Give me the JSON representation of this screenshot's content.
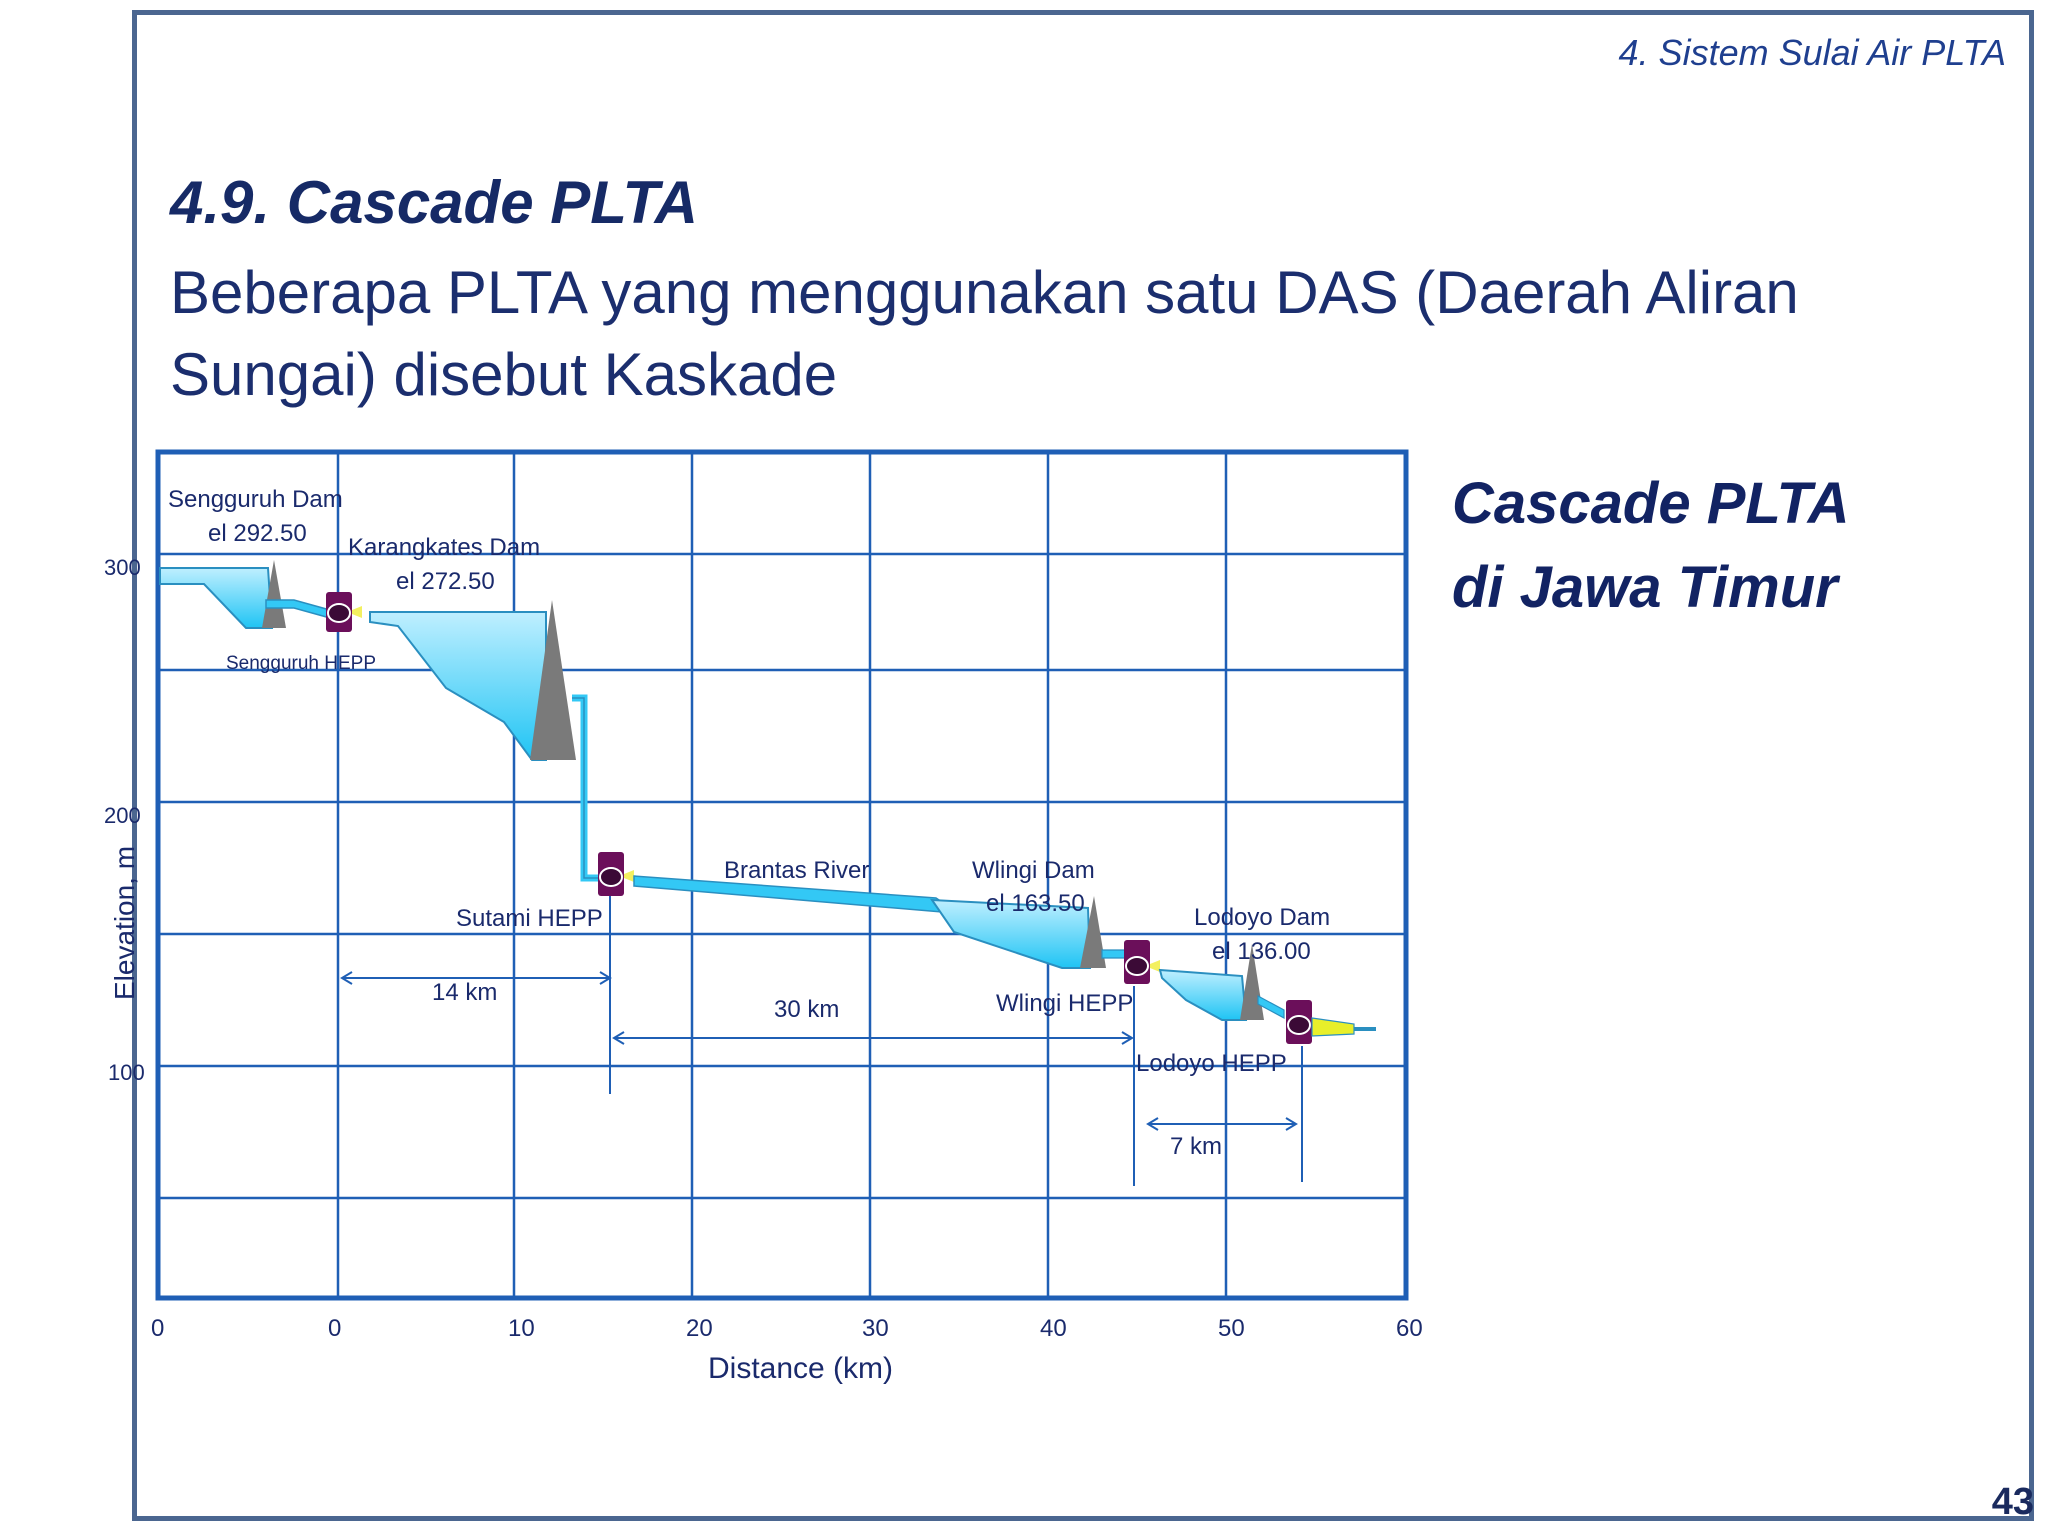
{
  "header": {
    "section": "4. Sistem Sulai Air PLTA",
    "title": "4.9. Cascade PLTA",
    "subtitle": "Beberapa PLTA yang menggunakan satu DAS (Daerah Aliran Sungai) disebut Kaskade"
  },
  "side_title": {
    "line1": "Cascade PLTA",
    "line2": "di Jawa Timur"
  },
  "page_number": "43",
  "diagram": {
    "y_ticks": [
      "300",
      "200",
      "100"
    ],
    "y_label": "Elevation, m",
    "x_ticks": [
      "0",
      "0",
      "10",
      "20",
      "30",
      "40",
      "50",
      "60"
    ],
    "x_label": "Distance (km)",
    "labels": {
      "sengguruh_dam": "Sengguruh Dam",
      "sengguruh_el": "el 292.50",
      "karangkates_dam": "Karangkates Dam",
      "karangkates_el": "el 272.50",
      "sengguruh_hepp": "Sengguruh HEPP",
      "sutami_hepp": "Sutami HEPP",
      "brantas_river": "Brantas River",
      "wlingi_dam": "Wlingi Dam",
      "wlingi_el": "el 163.50",
      "wlingi_hepp": "Wlingi HEPP",
      "lodoyo_dam": "Lodoyo Dam",
      "lodoyo_el": "el 136.00",
      "lodoyo_hepp": "Lodoyo HEPP",
      "dist_14": "14 km",
      "dist_30": "30 km",
      "dist_7": "7 km"
    },
    "colors": {
      "grid": "#1f5fb5",
      "water": "#33c8f5",
      "dam": "#7a7a7a",
      "powerhouse": "#6b0f5a",
      "frame": "#4b6690"
    }
  }
}
